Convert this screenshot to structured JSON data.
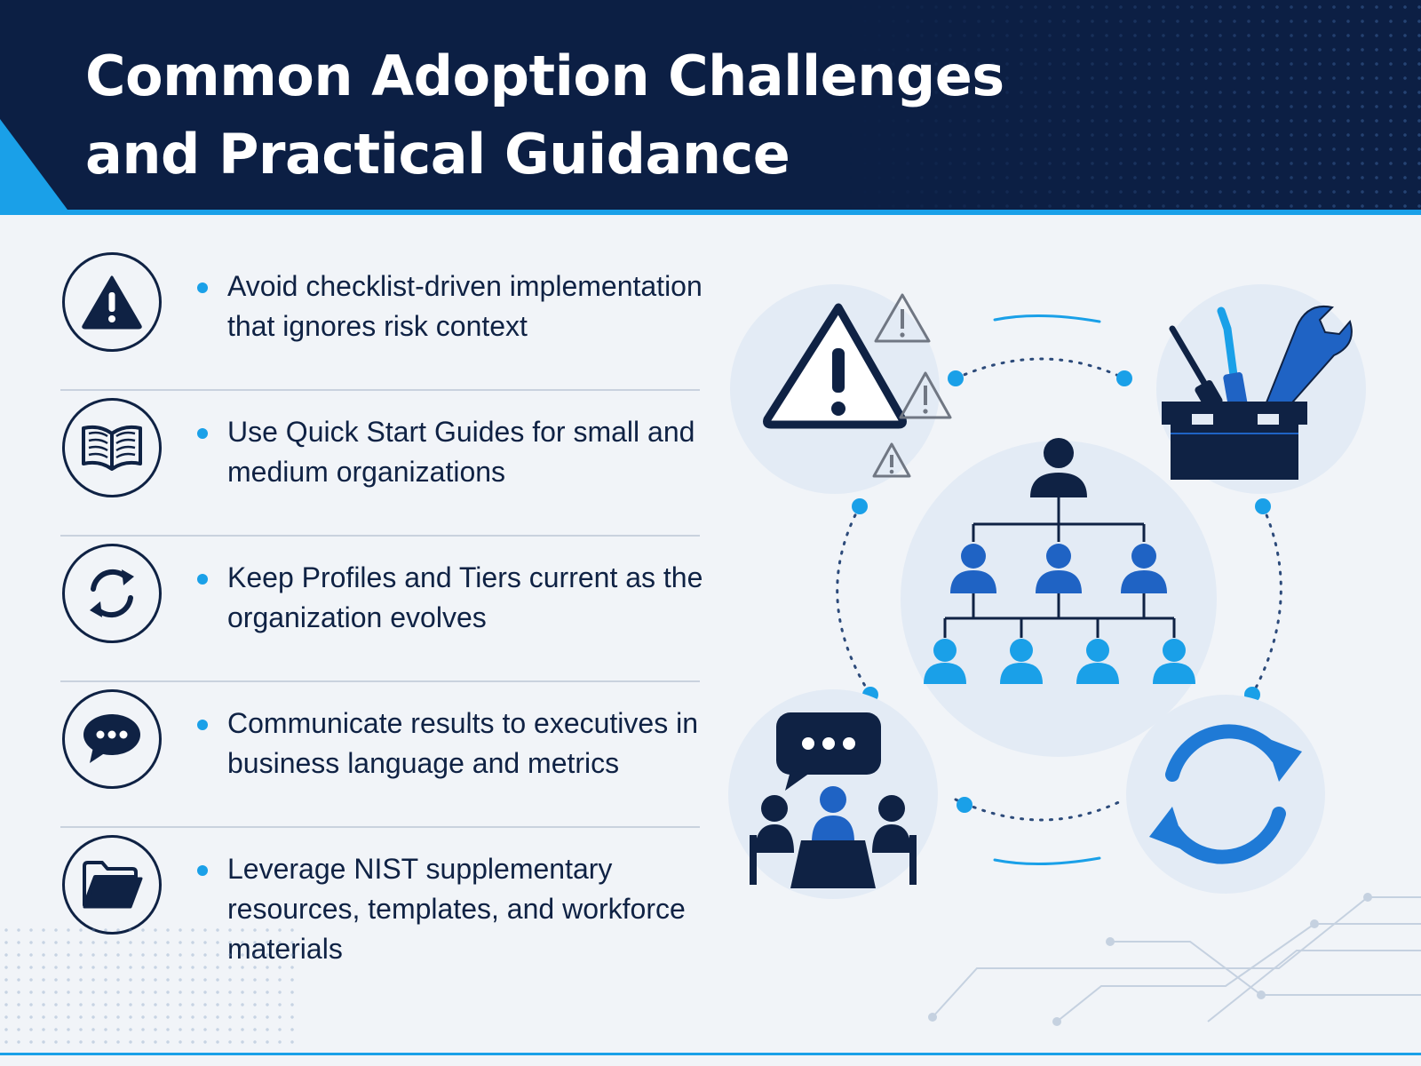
{
  "title": {
    "line1": "Common Adoption Challenges",
    "line2": "and Practical Guidance"
  },
  "items": [
    {
      "icon": "warning-triangle-icon",
      "text": "Avoid checklist-driven implementation that ignores risk context"
    },
    {
      "icon": "open-book-icon",
      "text": "Use Quick Start Guides for small and medium organizations"
    },
    {
      "icon": "refresh-cycle-icon",
      "text": "Keep Profiles and Tiers current as the organization evolves"
    },
    {
      "icon": "chat-bubble-icon",
      "text": "Communicate results to executives in business language and metrics"
    },
    {
      "icon": "folder-icon",
      "text": "Leverage NIST supplementary resources, templates, and workforce materials"
    }
  ],
  "diagram": {
    "nodes": [
      "warning-signs-icon",
      "toolbox-icon",
      "org-chart-icon",
      "team-meeting-icon",
      "refresh-cycle-icon"
    ]
  },
  "colors": {
    "navy": "#0f2244",
    "header": "#0c1f44",
    "accent": "#1aa0e8",
    "mid_blue": "#1f63c4",
    "light_circle": "#e3ebf5",
    "background": "#f1f4f8"
  }
}
